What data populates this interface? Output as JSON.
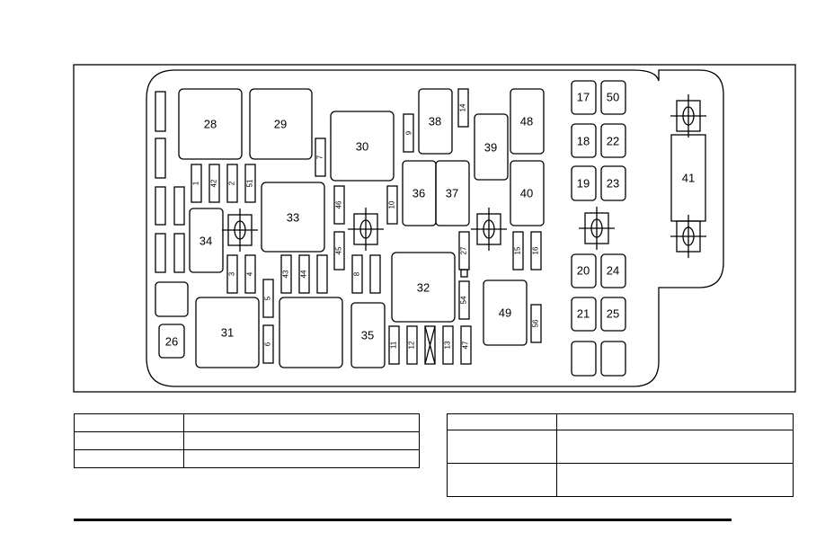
{
  "diagram": {
    "big_labels": {
      "r28": "28",
      "r29": "29",
      "r30": "30",
      "r33": "33",
      "r34": "34",
      "r31": "31",
      "r26": "26",
      "r35": "35",
      "r32": "32",
      "r36": "36",
      "r37": "37",
      "r38": "38",
      "r39": "39",
      "r48": "48",
      "r40": "40",
      "r49": "49",
      "r41": "41",
      "f17": "17",
      "f50": "50",
      "f18": "18",
      "f22": "22",
      "f19": "19",
      "f23": "23",
      "f20": "20",
      "f24": "24",
      "f21": "21",
      "f25": "25"
    },
    "small_labels": {
      "s7": "7",
      "s9": "9",
      "s14": "14",
      "s1": "1",
      "s42": "42",
      "s2": "2",
      "s51": "51",
      "s46": "46",
      "s10": "10",
      "s45": "45",
      "s3": "3",
      "s4": "4",
      "s43": "43",
      "s44": "44",
      "s5": "5",
      "s6": "6",
      "s8": "8",
      "s27": "27",
      "s15": "15",
      "s16": "16",
      "s54": "54",
      "s11": "11",
      "s12": "12",
      "s13": "13",
      "s47": "47",
      "s56": "56"
    }
  },
  "tables": {
    "left": {
      "rows": [
        [
          "",
          ""
        ],
        [
          "",
          ""
        ],
        [
          "",
          ""
        ]
      ]
    },
    "right": {
      "rows": [
        [
          "",
          ""
        ],
        [
          "",
          ""
        ],
        [
          "",
          ""
        ]
      ]
    }
  }
}
